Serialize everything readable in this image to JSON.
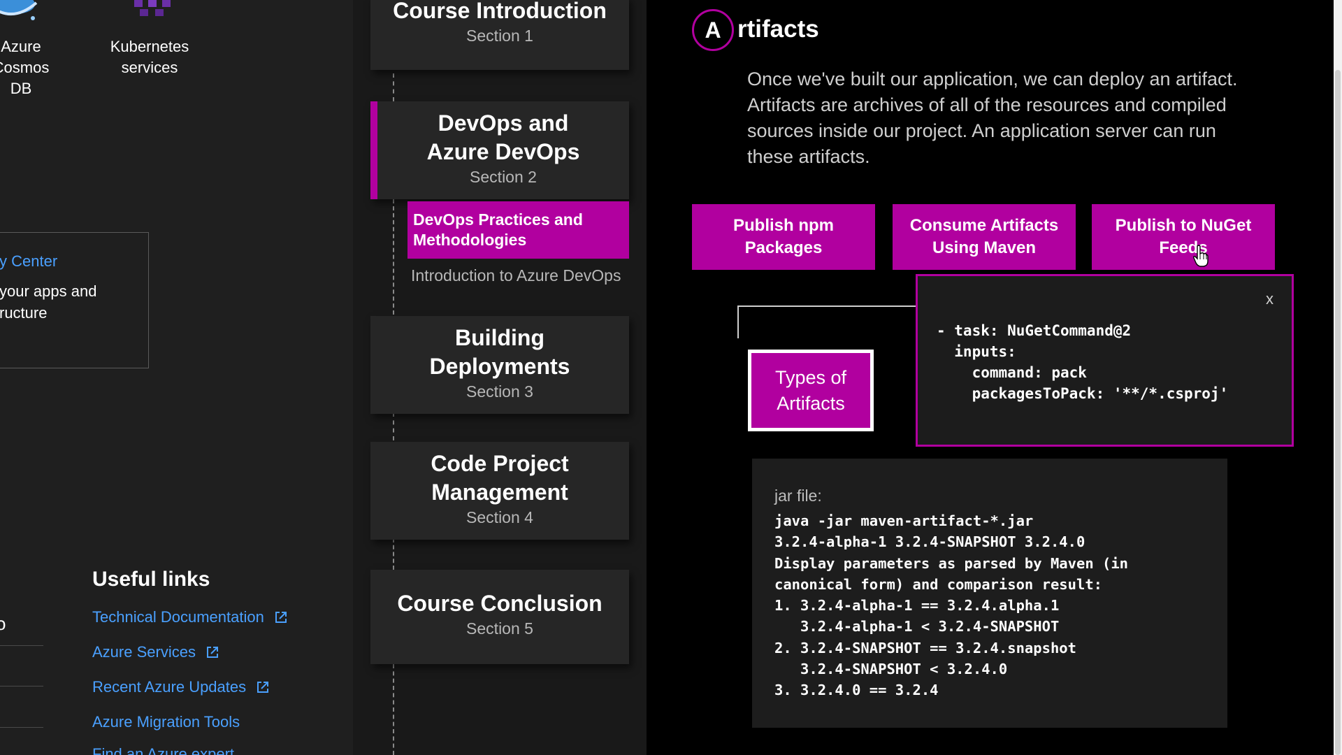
{
  "azure_panel": {
    "services": [
      {
        "label": "Azure Cosmos\nDB",
        "icon": "cosmos-db-icon"
      },
      {
        "label": "Kubernetes\nservices",
        "icon": "kubernetes-icon"
      }
    ],
    "security_card": {
      "title": "y Center",
      "description": "your apps and ructure"
    },
    "left_fragment": "o",
    "useful_links": {
      "title": "Useful links",
      "links": [
        {
          "label": "Technical Documentation",
          "external": true
        },
        {
          "label": "Azure Services",
          "external": true
        },
        {
          "label": "Recent Azure Updates",
          "external": true
        },
        {
          "label": "Azure Migration Tools",
          "external": false
        },
        {
          "label": "Find an Azure expert",
          "external": false
        }
      ]
    }
  },
  "outline": {
    "sections": [
      {
        "title": "Course Introduction",
        "subtitle": "Section 1"
      },
      {
        "title": "DevOps and Azure DevOps",
        "subtitle": "Section 2"
      },
      {
        "title": "Building Deployments",
        "subtitle": "Section 3"
      },
      {
        "title": "Code Project Management",
        "subtitle": "Section 4"
      },
      {
        "title": "Course Conclusion",
        "subtitle": "Section 5"
      }
    ],
    "lessons": {
      "active": "DevOps Practices and Methodologies",
      "next": "Introduction to Azure DevOps"
    }
  },
  "main": {
    "title_initial": "A",
    "title_rest": "rtifacts",
    "intro": "Once we've built our application, we can deploy an artifact. Artifacts are archives of all of the resources and compiled sources inside our project. An application server can run these artifacts.",
    "buttons": {
      "publish_npm": "Publish npm Packages",
      "consume_maven": "Consume Artifacts Using Maven",
      "publish_nuget": "Publish to NuGet Feeds"
    },
    "types_button": "Types of Artifacts",
    "popup": {
      "close": "x",
      "code": "- task: NuGetCommand@2\n  inputs:\n    command: pack\n    packagesToPack: '**/*.csproj'"
    },
    "code_panel": {
      "label": "jar file:",
      "code": "java -jar maven-artifact-*.jar\n3.2.4-alpha-1 3.2.4-SNAPSHOT 3.2.4.0\nDisplay parameters as parsed by Maven (in\ncanonical form) and comparison result:\n1. 3.2.4-alpha-1 == 3.2.4.alpha.1\n   3.2.4-alpha-1 < 3.2.4-SNAPSHOT\n2. 3.2.4-SNAPSHOT == 3.2.4.snapshot\n   3.2.4-SNAPSHOT < 3.2.4.0\n3. 3.2.4.0 == 3.2.4"
    }
  },
  "colors": {
    "accent": "#b1009f",
    "link": "#4aa0ff",
    "panel": "#1f1f1f",
    "card": "#262626"
  }
}
